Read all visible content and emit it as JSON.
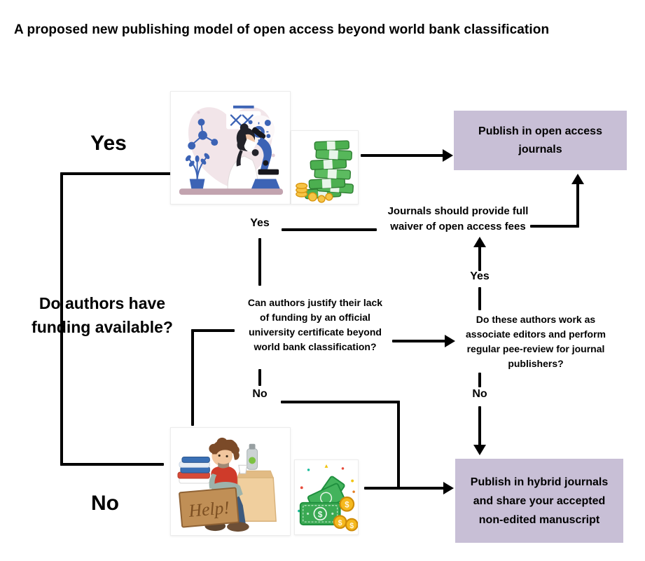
{
  "title": "A proposed new publishing model of open access beyond world bank classification",
  "colors": {
    "result_box_fill": "#c8bfd6",
    "connector": "#000000",
    "background": "#ffffff"
  },
  "flowchart": {
    "root_question": [
      "Do authors have",
      "funding available?"
    ],
    "root_yes_label": "Yes",
    "root_no_label": "No",
    "certificate_question": [
      "Can authors justify their lack",
      "of funding by an official",
      "university certificate beyond",
      "world bank classification?"
    ],
    "certificate_yes_label": "Yes",
    "certificate_no_label": "No",
    "waiver_note": [
      "Journals should provide full",
      "waiver of open access fees"
    ],
    "editor_question": [
      "Do these authors work as",
      "associate editors and perform",
      "regular pee-review for journal",
      "publishers?"
    ],
    "editor_yes_label": "Yes",
    "editor_no_label": "No",
    "open_access_outcome": [
      "Publish in open access",
      "journals"
    ],
    "hybrid_outcome": [
      "Publish in hybrid journals",
      "and share your accepted",
      "non-edited manuscript"
    ]
  },
  "illustrations": {
    "funded_researcher": "scientist-with-microscope-and-money-icon",
    "unfunded_author": "broke-person-with-help-sign-icon",
    "help_sign_text": "Help!",
    "currency_symbol": "$"
  }
}
